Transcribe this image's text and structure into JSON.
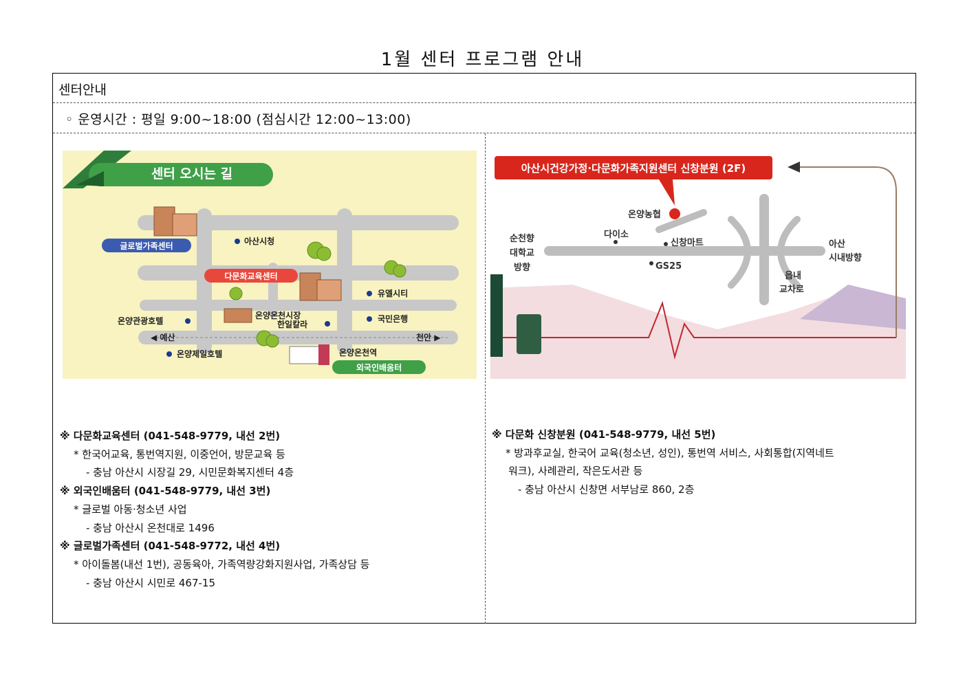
{
  "page_title": "1월 센터 프로그램 안내",
  "section_label": "센터안내",
  "hours": "◦ 운영시간 : 평일 9:00~18:00 (점심시간 12:00~13:00)",
  "map_left": {
    "banner": "센터 오시는 길",
    "labels": {
      "global_family": "글로벌가족센터",
      "city_hall": "아산시청",
      "multicultural_edu": "다문화교육센터",
      "yuel_city": "유엘시티",
      "kookmin": "국민은행",
      "hotel_tour": "온양관광호텔",
      "market": "온양온천시장",
      "hanil": "한일칼라",
      "yesan": "◀ 예산",
      "cheonan": "천안 ▶",
      "jeil_hotel": "온양제일호텔",
      "station": "온양온천역",
      "foreign_center": "외국인배움터"
    }
  },
  "map_right": {
    "banner": "아산시건강가정·다문화가족지원센터 신창분원 (2F)",
    "labels": {
      "nonghyup": "온양농협",
      "daiso": "다이소",
      "sinchang_mart": "신창마트",
      "gs25": "GS25",
      "soonchunhyang": "순천향\n대학교\n방향",
      "asan_city": "아산\n시내방향",
      "eupnae": "읍내\n교차로"
    }
  },
  "left_info": [
    {
      "h": "※ 다문화교육센터 (041-548-9779, 내선 2번)",
      "b": "* 한국어교육, 통번역지원, 이중언어, 방문교육 등",
      "a": "- 충남 아산시 시장길 29, 시민문화복지센터 4층"
    },
    {
      "h": "※ 외국인배움터 (041-548-9779, 내선 3번)",
      "b": "* 글로벌 아동·청소년 사업",
      "a": "- 충남 아산시 온천대로 1496"
    },
    {
      "h": "※ 글로벌가족센터 (041-548-9772, 내선 4번)",
      "b": "* 아이돌봄(내선 1번), 공동육아, 가족역량강화지원사업, 가족상담 등",
      "a": "- 충남 아산시 시민로 467-15"
    }
  ],
  "right_info": {
    "h": "※ 다문화 신창분원 (041-548-9779, 내선 5번)",
    "b1": "* 방과후교실, 한국어 교육(청소년, 성인), 통번역 서비스, 사회통합(지역네트",
    "b2": "워크), 사례관리, 작은도서관 등",
    "a": "- 충남 아산시 신창면 서부남로 860, 2층"
  },
  "colors": {
    "map_bg": "#f8f3c0",
    "road": "#c8c8c8",
    "banner_green": "#3fa048",
    "label_blue": "#3b5bb0",
    "label_red": "#e8483c",
    "route_red": "#d9261c"
  }
}
